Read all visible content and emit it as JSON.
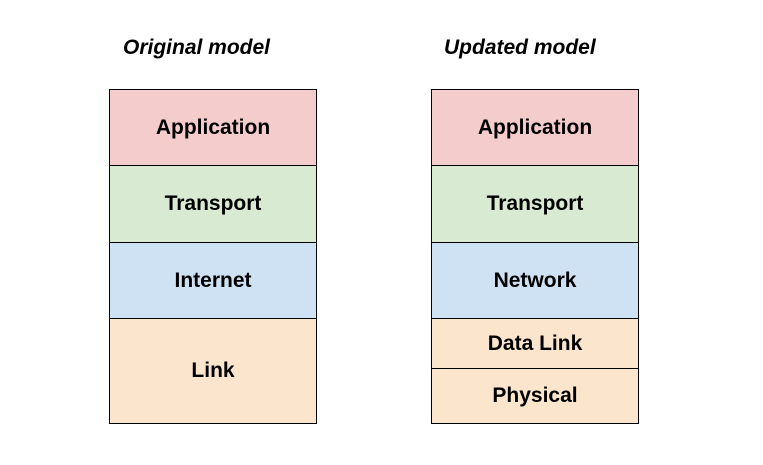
{
  "original_model": {
    "title": "Original model",
    "layers": [
      {
        "label": "Application",
        "color": "#f4cccc"
      },
      {
        "label": "Transport",
        "color": "#d9ead3"
      },
      {
        "label": "Internet",
        "color": "#cfe2f3"
      },
      {
        "label": "Link",
        "color": "#fce5cd"
      }
    ]
  },
  "updated_model": {
    "title": "Updated model",
    "layers": [
      {
        "label": "Application",
        "color": "#f4cccc"
      },
      {
        "label": "Transport",
        "color": "#d9ead3"
      },
      {
        "label": "Network",
        "color": "#cfe2f3"
      },
      {
        "label": "Data Link",
        "color": "#fce5cd"
      },
      {
        "label": "Physical",
        "color": "#fce5cd"
      }
    ]
  }
}
